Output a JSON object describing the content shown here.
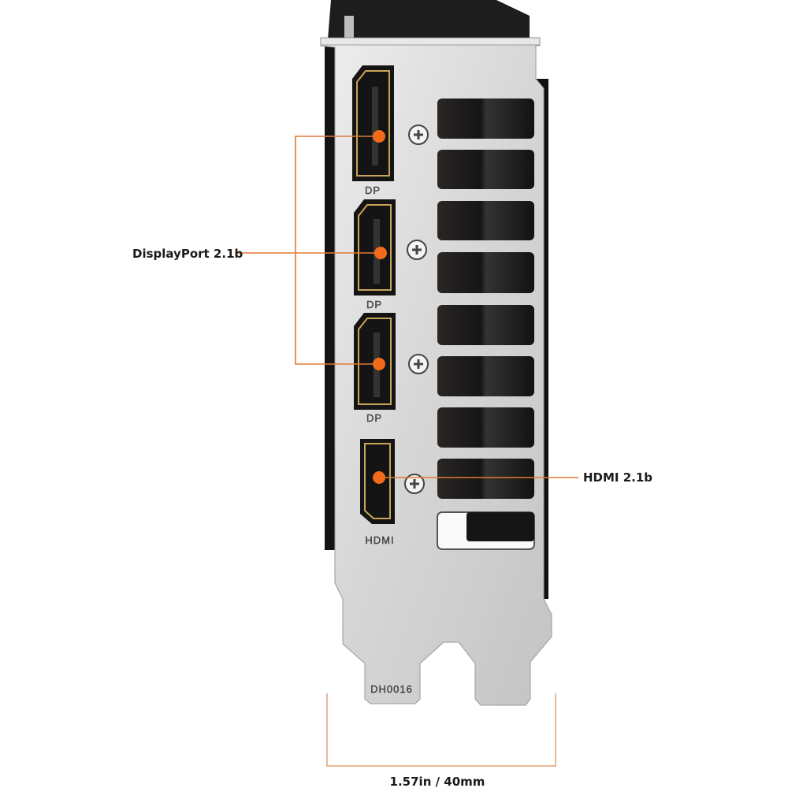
{
  "callouts": {
    "displayport": "DisplayPort 2.1b",
    "hdmi": "HDMI 2.1b",
    "dimension": "1.57in / 40mm"
  },
  "bracket": {
    "port_labels": [
      "DP",
      "DP",
      "DP",
      "HDMI"
    ],
    "part_number": "DH0016"
  },
  "colors": {
    "accent_line": "#e07a34",
    "accent_dot": "#f26b1d",
    "bracket_metal": "#d4d4d4"
  }
}
